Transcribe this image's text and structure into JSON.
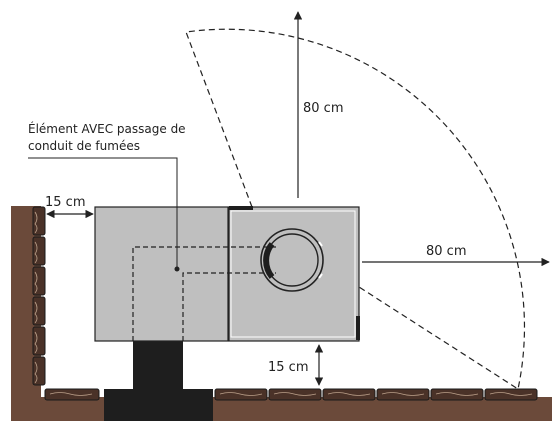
{
  "diagram": {
    "callout_line1": "Élément AVEC passage de",
    "callout_line2": "conduit de fumées",
    "dim_wall_side": "15 cm",
    "dim_front_top": "80 cm",
    "dim_front_right": "80 cm",
    "dim_floor": "15 cm"
  },
  "colors": {
    "wall_brown": "#6b4a3a",
    "stove_gray": "#bfbfbf",
    "stove_base": "#1e1e1e",
    "outline": "#222222"
  }
}
